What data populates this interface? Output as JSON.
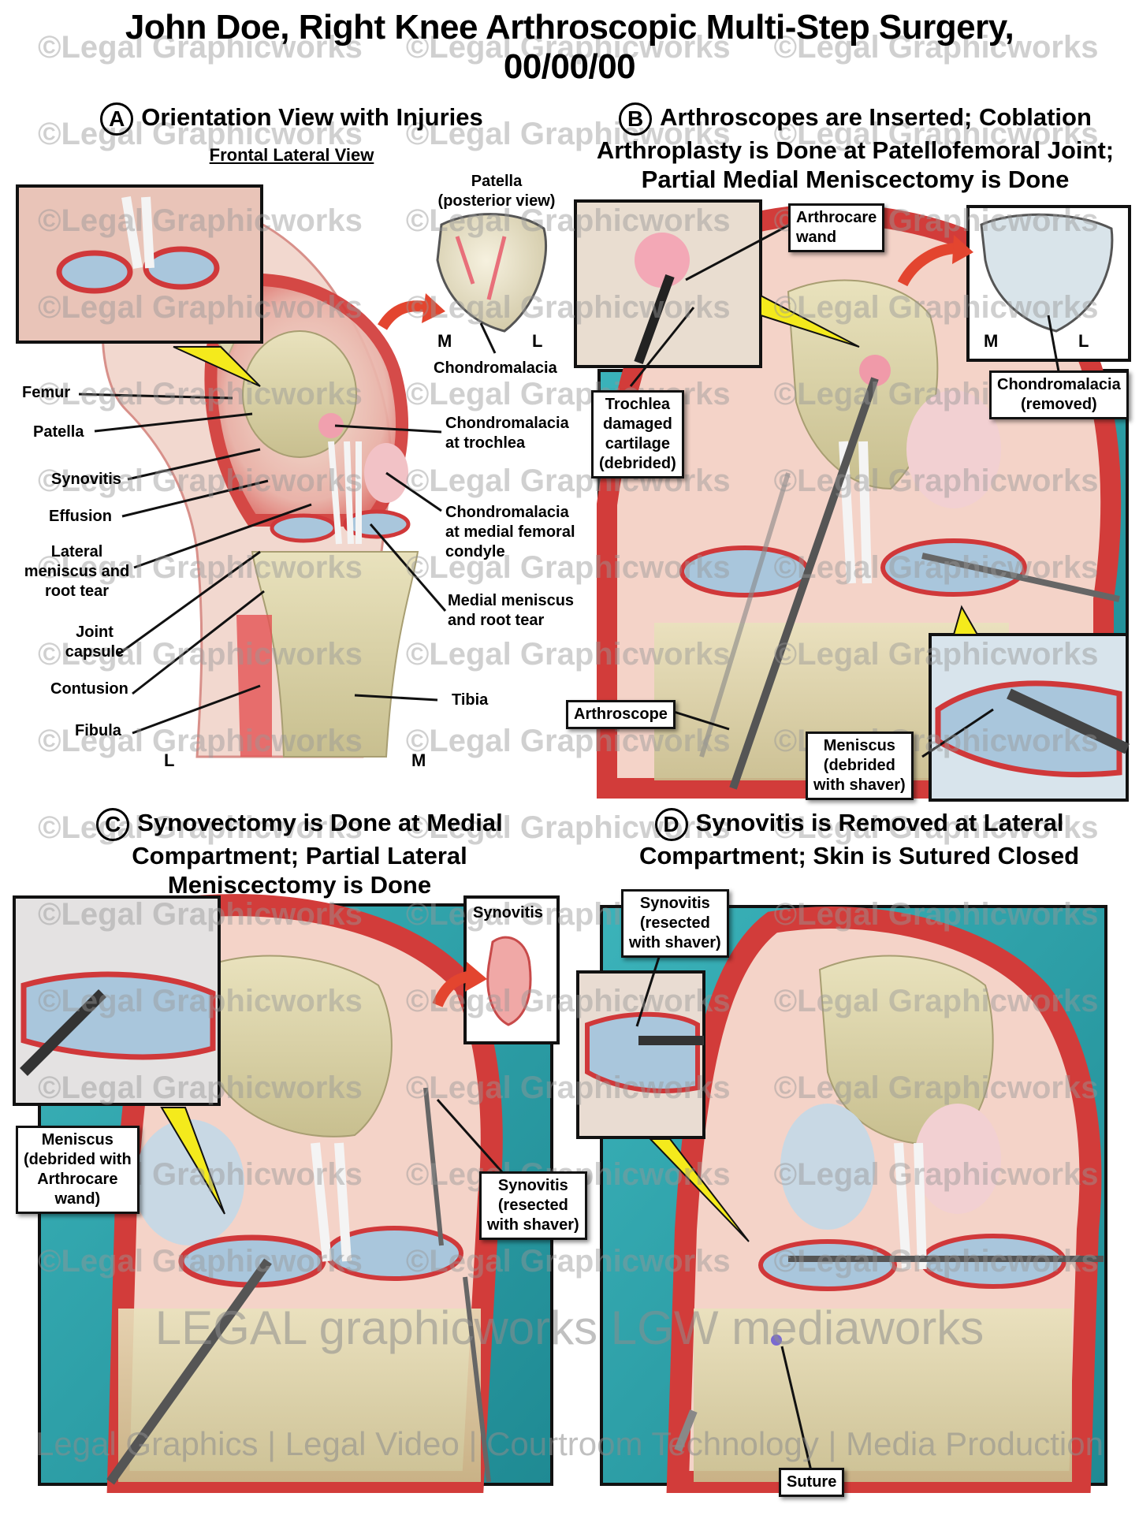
{
  "title_line1": "John Doe, Right Knee Arthroscopic Multi-Step Surgery,",
  "title_line2": "00/00/00",
  "watermark_text": "©Legal Graphicworks",
  "panels": {
    "a": {
      "letter": "A",
      "heading": "Orientation View with Injuries",
      "subheading": "Frontal Lateral View",
      "labels": {
        "patella_inset_line1": "Patella",
        "patella_inset_line2": "(posterior view)",
        "m": "M",
        "l": "L",
        "chondromalacia": "Chondromalacia",
        "femur": "Femur",
        "patella": "Patella",
        "synovitis": "Synovitis",
        "effusion": "Effusion",
        "lateral_meniscus_line1": "Lateral",
        "lateral_meniscus_line2": "meniscus and",
        "lateral_meniscus_line3": "root tear",
        "joint_capsule_line1": "Joint",
        "joint_capsule_line2": "capsule",
        "contusion": "Contusion",
        "fibula": "Fibula",
        "chondro_trochlea_line1": "Chondromalacia",
        "chondro_trochlea_line2": "at trochlea",
        "chondro_mfc_line1": "Chondromalacia",
        "chondro_mfc_line2": "at medial femoral",
        "chondro_mfc_line3": "condyle",
        "medial_meniscus_line1": "Medial meniscus",
        "medial_meniscus_line2": "and root tear",
        "tibia": "Tibia",
        "bottom_l": "L",
        "bottom_m": "M"
      }
    },
    "b": {
      "letter": "B",
      "heading_line1": "Arthroscopes are Inserted; Coblation",
      "heading_line2": "Arthroplasty is Done at Patellofemoral Joint;",
      "heading_line3": "Partial Medial Meniscectomy is Done",
      "labels": {
        "arthrocare_line1": "Arthrocare",
        "arthrocare_line2": "wand",
        "trochlea_line1": "Trochlea",
        "trochlea_line2": "damaged",
        "trochlea_line3": "cartilage",
        "trochlea_line4": "(debrided)",
        "m": "M",
        "l": "L",
        "chondro_removed_line1": "Chondromalacia",
        "chondro_removed_line2": "(removed)",
        "arthroscope": "Arthroscope",
        "meniscus_line1": "Meniscus",
        "meniscus_line2": "(debrided",
        "meniscus_line3": "with shaver)"
      }
    },
    "c": {
      "letter": "C",
      "heading_line1": "Synovectomy is Done at Medial",
      "heading_line2": "Compartment; Partial Lateral",
      "heading_line3": "Meniscectomy is Done",
      "labels": {
        "synovitis": "Synovitis",
        "meniscus_line1": "Meniscus",
        "meniscus_line2": "(debrided with",
        "meniscus_line3": "Arthrocare",
        "meniscus_line4": "wand)",
        "synovitis_resected_line1": "Synovitis",
        "synovitis_resected_line2": "(resected",
        "synovitis_resected_line3": "with shaver)"
      }
    },
    "d": {
      "letter": "D",
      "heading_line1": "Synovitis is Removed at Lateral",
      "heading_line2": "Compartment; Skin is Sutured Closed",
      "labels": {
        "synovitis_line1": "Synovitis",
        "synovitis_line2": "(resected",
        "synovitis_line3": "with shaver)",
        "suture": "Suture"
      }
    }
  },
  "footer_line1": "LEGAL graphicworks   LGW mediaworks",
  "footer_line2": "Legal Graphics | Legal Video | Courtroom Technology | Media Production",
  "colors": {
    "tissue_red": "#e2504f",
    "bone_cream": "#dcd4a8",
    "cartilage_blue": "#a9c6dc",
    "backdrop_teal": "#2fa6ae",
    "pointer_yellow": "#f4ea1c",
    "arrow_red": "#e3452f"
  }
}
